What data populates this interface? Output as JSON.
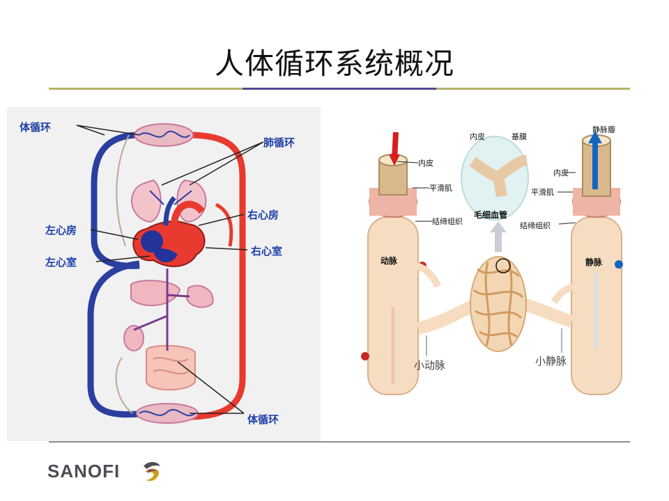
{
  "slide": {
    "title": "人体循环系统概况"
  },
  "left_diagram": {
    "labels": {
      "systemic_top": "体循环",
      "pulmonary": "肺循环",
      "right_atrium": "右心房",
      "left_atrium": "左心房",
      "left_ventricle": "左心室",
      "right_ventricle": "右心室",
      "systemic_bottom": "体循环"
    }
  },
  "right_diagram": {
    "labels": {
      "artery_intima": "内皮",
      "artery_smooth_muscle": "平滑肌",
      "artery_connective": "结缔组织",
      "capillary_intima": "内皮",
      "basement_membrane": "基膜",
      "capillary": "毛细血管",
      "venous_valve": "静脉瓣",
      "vein_intima": "内皮",
      "vein_smooth_muscle": "平滑肌",
      "vein_connective": "结缔组织",
      "artery": "动脉",
      "vein": "静脉",
      "arteriole": "小动脉",
      "venule": "小静脉"
    }
  },
  "logo": {
    "text": "SANOFI"
  },
  "colors": {
    "artery_red": "#e83a2e",
    "vein_blue": "#2a3fa0",
    "label_blue": "#1d3ea8",
    "rule_olive": "#b7b26a",
    "rule_indigo": "#4d4b8e",
    "vessel_cream": "#f6dcc0"
  }
}
